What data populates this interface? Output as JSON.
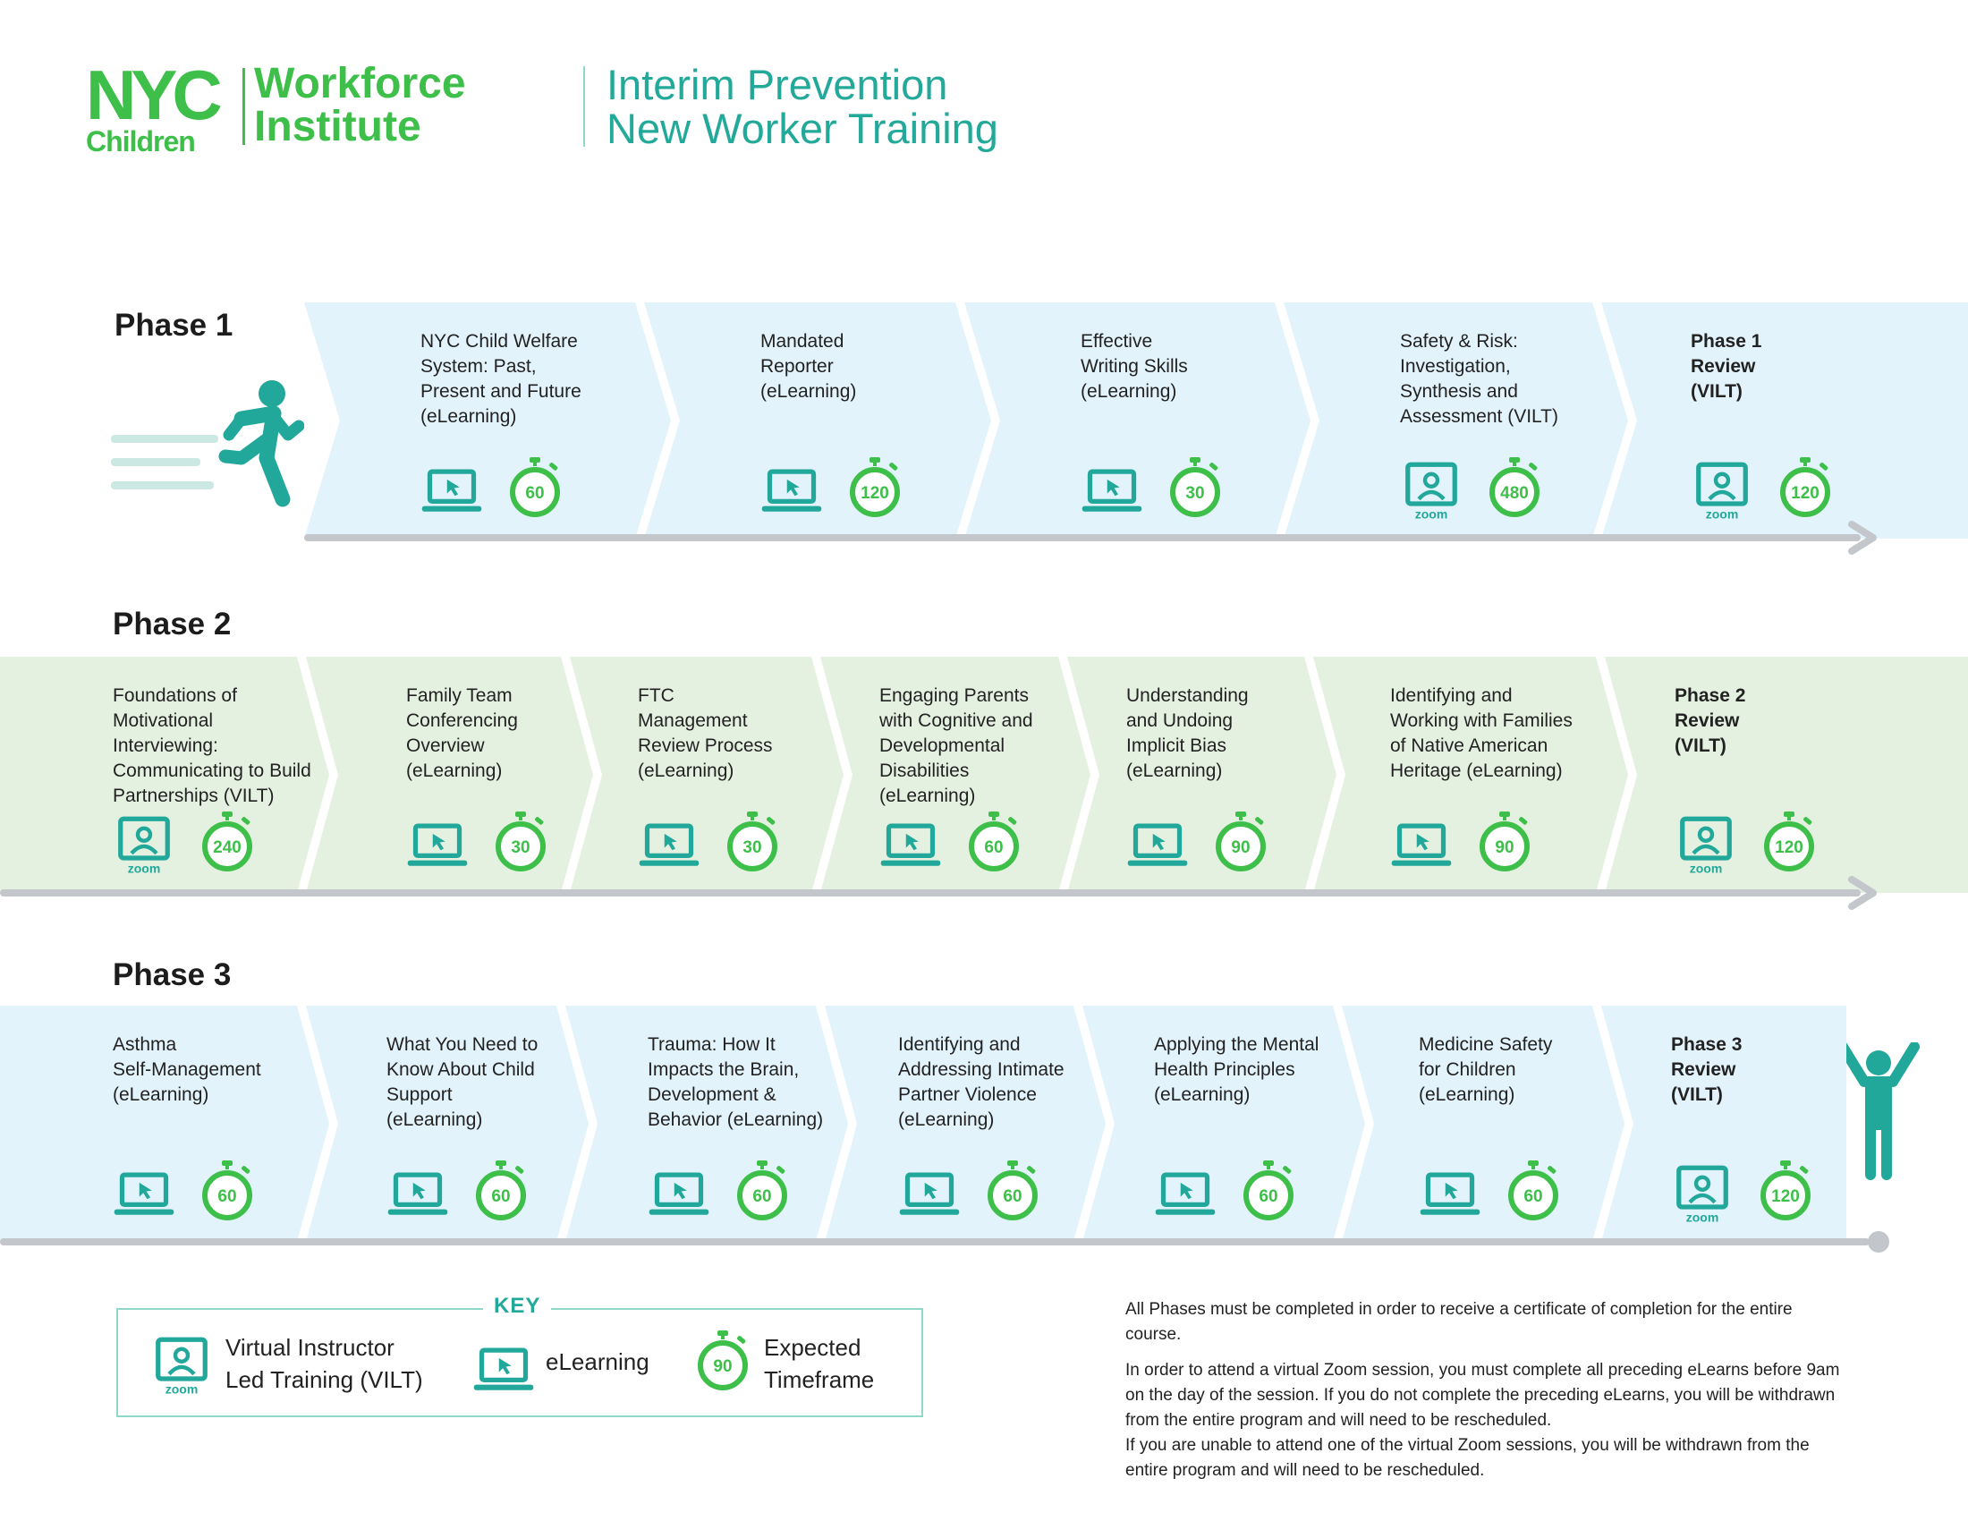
{
  "header": {
    "logo_nyc": "NYC",
    "logo_children": "Children",
    "logo_workforce": "Workforce",
    "logo_institute": "Institute",
    "title_line1": "Interim Prevention",
    "title_line2": "New Worker Training"
  },
  "colors": {
    "green": "#3dbf4a",
    "teal": "#23a99a",
    "band_blue": "#e3f3fc",
    "band_green": "#e5f1e0",
    "arrow_gray": "#c3c6ca"
  },
  "phases": [
    {
      "label": "Phase 1",
      "steps": [
        {
          "text": "NYC Child  Welfare\nSystem: Past,\nPresent and Future\n(eLearning)",
          "type": "eLearning",
          "minutes": "60"
        },
        {
          "text": "Mandated\nReporter\n(eLearning)",
          "type": "eLearning",
          "minutes": "120"
        },
        {
          "text": "Effective\nWriting Skills\n(eLearning)",
          "type": "eLearning",
          "minutes": "30"
        },
        {
          "text": "Safety & Risk:\nInvestigation,\nSynthesis and\nAssessment (VILT)",
          "type": "VILT",
          "minutes": "480"
        },
        {
          "text": "Phase 1\nReview\n(VILT)",
          "type": "VILT",
          "minutes": "120",
          "review": true
        }
      ]
    },
    {
      "label": "Phase 2",
      "steps": [
        {
          "text": "Foundations of\nMotivational\nInterviewing:\nCommunicating to Build\nPartnerships (VILT)",
          "type": "VILT",
          "minutes": "240"
        },
        {
          "text": "Family Team\nConferencing\nOverview\n(eLearning)",
          "type": "eLearning",
          "minutes": "30"
        },
        {
          "text": "FTC\nManagement\nReview Process\n(eLearning)",
          "type": "eLearning",
          "minutes": "30"
        },
        {
          "text": "Engaging Parents\nwith Cognitive and\nDevelopmental\nDisabilities\n(eLearning)",
          "type": "eLearning",
          "minutes": "60"
        },
        {
          "text": "Understanding\nand Undoing\nImplicit Bias\n(eLearning)",
          "type": "eLearning",
          "minutes": "90"
        },
        {
          "text": "Identifying and\nWorking with Families\nof Native American\nHeritage (eLearning)",
          "type": "eLearning",
          "minutes": "90"
        },
        {
          "text": "Phase 2\nReview\n(VILT)",
          "type": "VILT",
          "minutes": "120",
          "review": true
        }
      ]
    },
    {
      "label": "Phase 3",
      "steps": [
        {
          "text": "Asthma\nSelf-Management\n(eLearning)",
          "type": "eLearning",
          "minutes": "60"
        },
        {
          "text": "What You Need to\nKnow About Child\nSupport\n(eLearning)",
          "type": "eLearning",
          "minutes": "60"
        },
        {
          "text": "Trauma: How It\nImpacts the Brain,\nDevelopment &\nBehavior (eLearning)",
          "type": "eLearning",
          "minutes": "60"
        },
        {
          "text": "Identifying and\nAddressing Intimate\nPartner Violence\n(eLearning)",
          "type": "eLearning",
          "minutes": "60"
        },
        {
          "text": "Applying the Mental\nHealth Principles\n(eLearning)",
          "type": "eLearning",
          "minutes": "60"
        },
        {
          "text": "Medicine Safety\nfor Children\n(eLearning)",
          "type": "eLearning",
          "minutes": "60"
        },
        {
          "text": "Phase 3\nReview\n(VILT)",
          "type": "VILT",
          "minutes": "120",
          "review": true
        }
      ]
    }
  ],
  "icons": {
    "zoom_label": "zoom"
  },
  "key": {
    "title": "KEY",
    "vilt_label": "Virtual Instructor\nLed Training (VILT)",
    "elearning_label": "eLearning",
    "timer_label": "Expected\nTimeframe",
    "timer_sample": "90"
  },
  "notes": [
    "All Phases must be completed in order to receive a certificate of completion for the entire course.",
    "In order to attend a virtual Zoom session, you must complete all preceding eLearns before 9am on the day of the session. If you do not complete the preceding eLearns, you will be withdrawn from the entire program and will need to be rescheduled.\nIf you are unable to attend one of the virtual Zoom sessions, you will be withdrawn from the entire program and will need to be rescheduled."
  ]
}
